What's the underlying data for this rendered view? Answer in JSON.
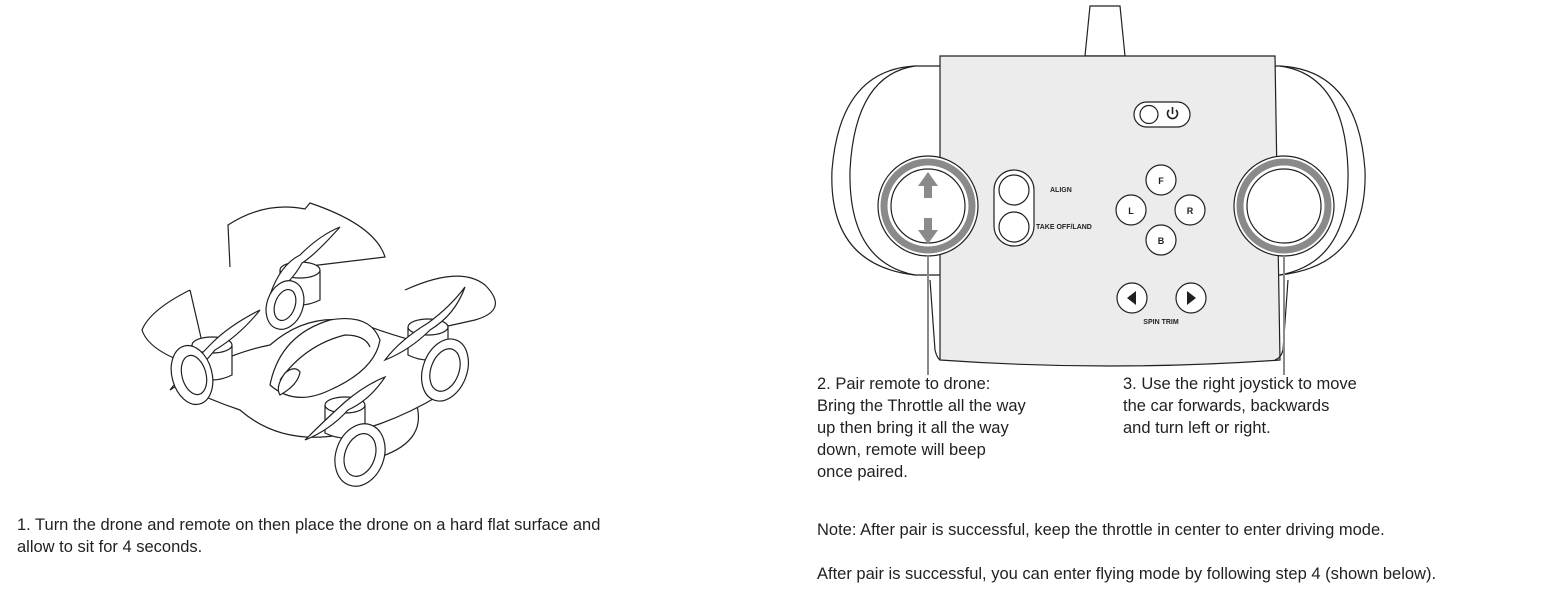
{
  "step1": {
    "text": "1. Turn the drone and remote on then place the drone on a hard flat surface and\n    allow to sit for 4 seconds."
  },
  "step2": {
    "text": "2. Pair remote to drone:\nBring the Throttle all the way\nup then bring it all the way\ndown, remote will beep\nonce paired."
  },
  "step3": {
    "text": "3. Use the right joystick to move\nthe car forwards, backwards\nand turn left or right."
  },
  "note": {
    "line1": "Note: After pair is successful, keep the throttle in center to enter driving mode.",
    "line2": "After pair is successful, you can enter flying mode by following step 4 (shown below)."
  },
  "remote": {
    "align_label": "ALIGN",
    "takeoff_label": "TAKE OFF/LAND",
    "dpad": {
      "forward": "F",
      "left": "L",
      "right": "R",
      "back": "B"
    },
    "spin_trim_label": "SPIN TRIM",
    "power_icon": "power-icon",
    "accent_color": "#8a8a8a"
  }
}
